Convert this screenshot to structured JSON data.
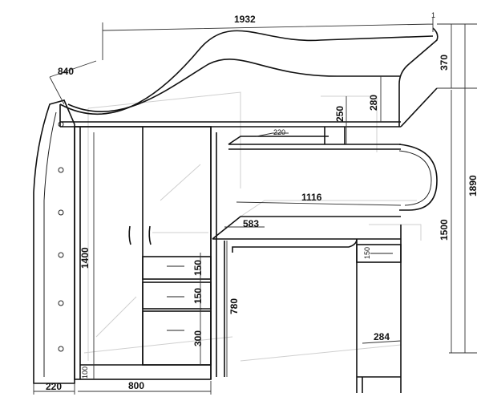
{
  "drawing": {
    "dimensions": {
      "total_length": "1932",
      "depth": "840",
      "side_height": "370",
      "rail_height": "280",
      "shelf_height": "250",
      "shelf_depth": "220",
      "total_height": "1890",
      "bed_height": "1500",
      "desk_width": "1116",
      "desk_depth": "583",
      "wardrobe_height": "1400",
      "drawer1_height": "150",
      "drawer2_height": "150",
      "drawer3_height": "300",
      "desk_height": "780",
      "desk_drawer_height": "150",
      "pedestal_width": "284",
      "plinth_height": "100",
      "ladder_width": "220",
      "wardrobe_width": "800",
      "corner_mark": "1"
    }
  }
}
